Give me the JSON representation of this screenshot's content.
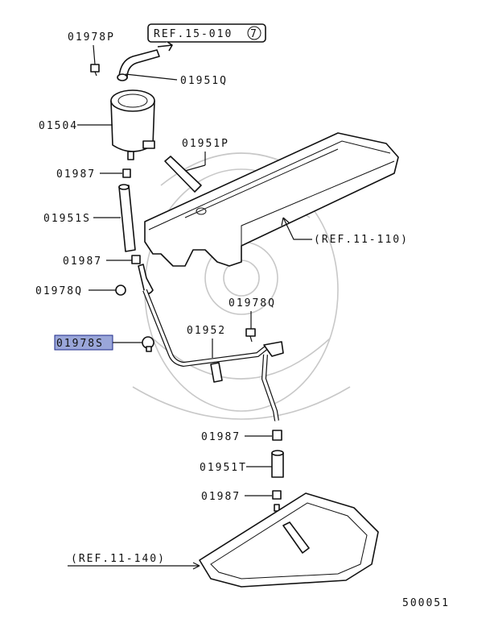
{
  "diagram": {
    "labels": {
      "p_01978P": "01978P",
      "ref_15_010": "REF.15-010",
      "ref_15_010_circle": "7",
      "p_01951Q": "01951Q",
      "p_01504": "01504",
      "p_01951P": "01951P",
      "p_01987_a": "01987",
      "p_01951S": "01951S",
      "ref_11_110": "(REF.11-110)",
      "p_01987_b": "01987",
      "p_01978Q_a": "01978Q",
      "p_01978Q_b": "01978Q",
      "p_01952": "01952",
      "p_01978S": "01978S",
      "p_01987_c": "01987",
      "p_01951T": "01951T",
      "p_01987_d": "01987",
      "ref_11_140": "(REF.11-140)",
      "diagram_no": "500051"
    },
    "highlight_color": "#9aa6d9"
  }
}
